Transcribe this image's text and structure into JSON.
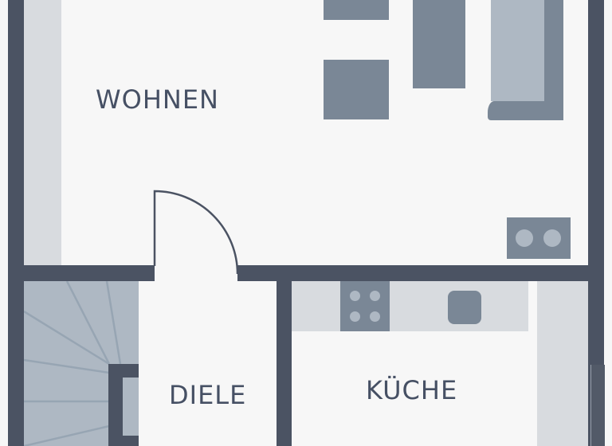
{
  "floorplan": {
    "rooms": [
      {
        "id": "wohnen",
        "label": "WOHNEN"
      },
      {
        "id": "diele",
        "label": "DIELE"
      },
      {
        "id": "kueche",
        "label": "KÜCHE"
      }
    ],
    "colors": {
      "background": "#f7f7f7",
      "wall": "#4b5363",
      "light_fixture": "#d8dbdf",
      "furniture": "#7a8796",
      "furniture_light": "#aeb8c3",
      "label": "#465064"
    },
    "icons": [
      "stairs-icon",
      "door-swing-icon",
      "cooktop-icon",
      "sink-icon",
      "sideboard-icon",
      "sofa-icon",
      "table-icon"
    ]
  }
}
